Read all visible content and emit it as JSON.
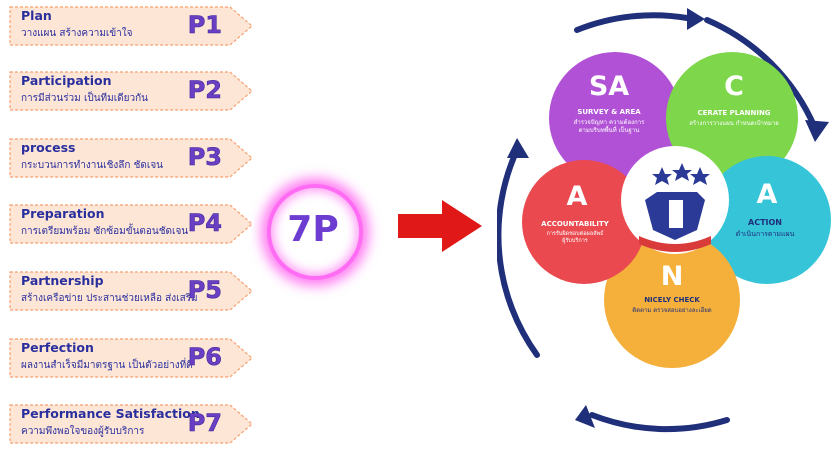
{
  "items": [
    {
      "title": "Plan",
      "subtitle": "วางแผน สร้างความเข้าใจ",
      "code": "P1"
    },
    {
      "title": "Participation",
      "subtitle": "การมีส่วนร่วม เป็นทีมเดียวกัน",
      "code": "P2"
    },
    {
      "title": "process",
      "subtitle": "กระบวนการทำงานเชิงลึก ชัดเจน",
      "code": "P3"
    },
    {
      "title": "Preparation",
      "subtitle": "การเตรียมพร้อม ซักซ้อมขั้นตอนชัดเจน",
      "code": "P4"
    },
    {
      "title": "Partnership",
      "subtitle": "สร้างเครือข่าย ประสานช่วยเหลือ ส่งเสริม",
      "code": "P5"
    },
    {
      "title": "Perfection",
      "subtitle": "ผลงานสำเร็จมีมาตรฐาน เป็นตัวอย่างที่ดี",
      "code": "P6"
    },
    {
      "title": "Performance Satisfaction",
      "subtitle": "ความพึงพอใจของผู้รับบริการ",
      "code": "P7"
    }
  ],
  "center_label": "7P",
  "cycle": {
    "sa": {
      "letter": "SA",
      "title": "SURVEY & AREA",
      "sub1": "สำรวจปัญหา ความต้องการ",
      "sub2": "ตามบริบทพื้นที่ เป็นฐาน"
    },
    "c": {
      "letter": "C",
      "title": "CERATE PLANNING",
      "sub1": "สร้างการวางแผน กำหนดเป้าหมาย"
    },
    "a2": {
      "letter": "A",
      "title": "ACTION",
      "sub1": "ดำเนินการตามแผน"
    },
    "n": {
      "letter": "N",
      "title": "NICELY CHECK",
      "sub1": "ติดตาม ตรวจสอบอย่างละเอียด"
    },
    "a1": {
      "letter": "A",
      "title": "ACCOUNTABILITY",
      "sub1": "การรับผิดชอบต่อผลลัพธ์",
      "sub2": "ผู้รับบริการ"
    }
  },
  "colors": {
    "sa": "#b152d6",
    "c": "#7ed64b",
    "a2": "#35c4d8",
    "n": "#f5b03b",
    "a1": "#ea4a4f",
    "arrow": "#e01818",
    "ring": "#1f2f7a"
  },
  "icons": {
    "center": "school-emblem-icon",
    "arrow": "right-arrow-icon"
  }
}
